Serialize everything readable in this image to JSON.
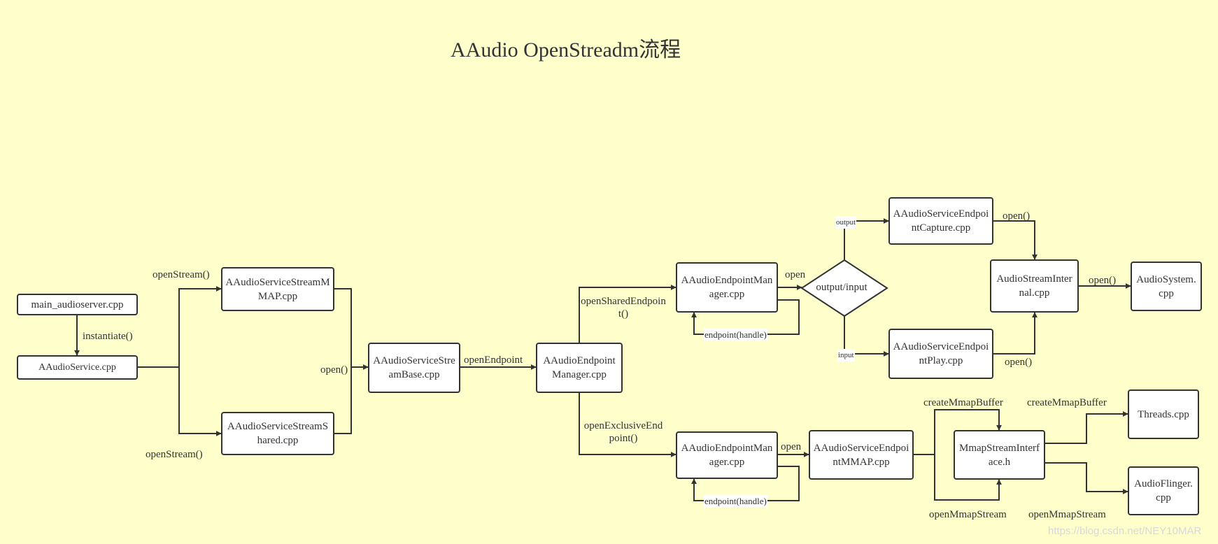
{
  "title": "AAudio OpenStreadm流程",
  "nodes": {
    "main_audioserver": "main_audioserver.cpp",
    "aaudio_service": "AAudioService.cpp",
    "stream_mmap": "AAudioServiceStreamMMAP.cpp",
    "stream_shared": "AAudioServiceStreamShared.cpp",
    "stream_base": "AAudioServiceStreamBase.cpp",
    "endpoint_manager_main": "AAudioEndpointManager.cpp",
    "endpoint_manager_shared": "AAudioEndpointManager.cpp",
    "endpoint_manager_exclusive": "AAudioEndpointManager.cpp",
    "decision": "output/input",
    "endpoint_capture": "AAudioServiceEndpointCapture.cpp",
    "endpoint_play": "AAudioServiceEndpointPlay.cpp",
    "stream_internal": "AudioStreamInternal.cpp",
    "audio_system": "AudioSystem.cpp",
    "endpoint_mmap": "AAudioServiceEndpointMMAP.cpp",
    "mmap_interface": "MmapStreamInterface.h",
    "threads": "Threads.cpp",
    "audio_flinger": "AudioFlinger.cpp"
  },
  "edge_labels": {
    "instantiate": "instantiate()",
    "open_stream_top": "openStream()",
    "open_stream_bottom": "openStream()",
    "open_base": "open()",
    "open_endpoint": "openEndpoint",
    "open_shared_endpoint": "openSharedEndpoint()",
    "open_exclusive_endpoint": "openExclusiveEndpoint()",
    "open_shared": "open",
    "open_exclusive": "open",
    "endpoint_handle_shared": "endpoint(handle)",
    "endpoint_handle_exclusive": "endpoint(handle)",
    "output": "output",
    "input": "input",
    "open_capture": "open()",
    "open_play": "open()",
    "open_system": "open()",
    "create_mmap_buffer_left": "createMmapBuffer",
    "create_mmap_buffer_right": "createMmapBuffer",
    "open_mmap_stream_left": "openMmapStream",
    "open_mmap_stream_right": "openMmapStream"
  },
  "watermark": "https://blog.csdn.net/NEY10MAR",
  "colors": {
    "background": "#ffffcc",
    "stroke": "#333333",
    "node_fill": "#ffffff"
  }
}
